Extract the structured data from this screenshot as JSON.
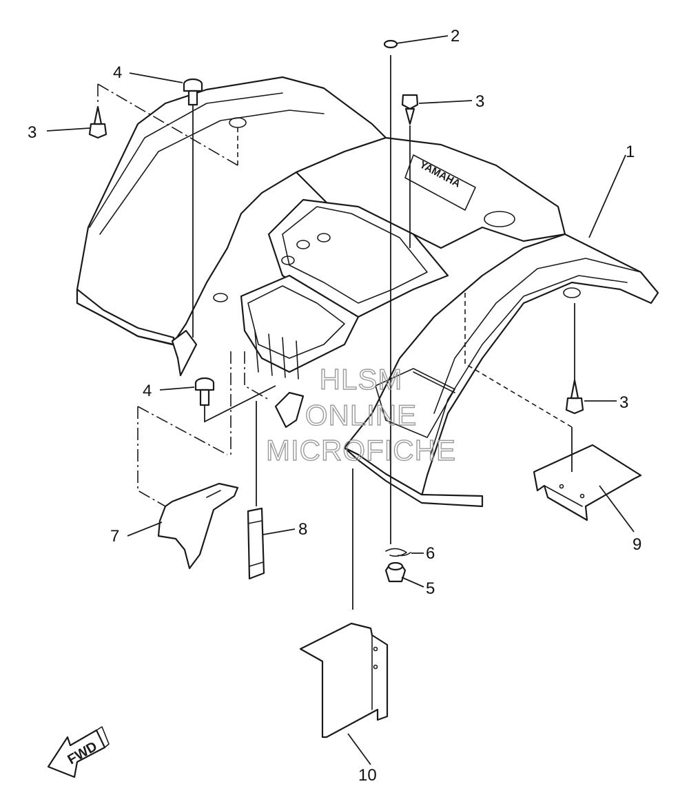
{
  "watermark": {
    "line1": "HLSM",
    "line2": "ONLINE",
    "line3": "MICROFICHE",
    "color": "#9a9a9a"
  },
  "brand_text": "YAMAHA",
  "fwd_label": "FWD",
  "callouts": {
    "c1": "1",
    "c2": "2",
    "c3_left": "3",
    "c3_top": "3",
    "c3_right": "3",
    "c4_top": "4",
    "c4_mid": "4",
    "c5": "5",
    "c6": "6",
    "c7": "7",
    "c8": "8",
    "c9": "9",
    "c10": "10"
  },
  "line_color": "#1a1a1a"
}
